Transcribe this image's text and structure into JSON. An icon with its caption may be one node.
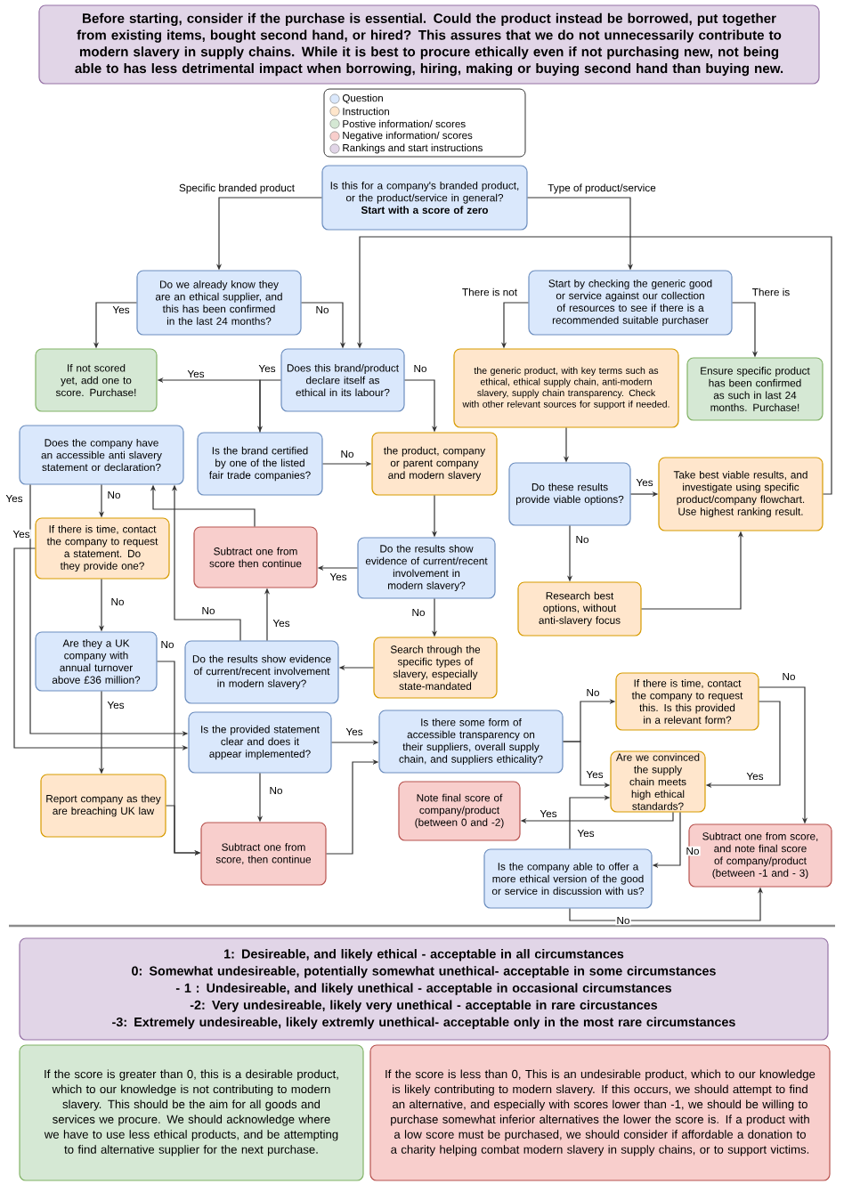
{
  "diagram": {
    "nodes": [
      {
        "text": [
          "Before starting, consider if the purchase is essential. Could the product instead be borrowed, put together from existing items, bought second hand, or hired? This assures that we do not unnecessarily contribute to modern slavery in supply chains. While it is best to procure ethically even if not purchasing new, not being able to has less detrimental impact when borrowing, hiring, making or buying second hand than buying new."
        ]
      },
      {
        "text": [
          "Is this for a company's branded product, or the product/service in general?",
          "Start with a score of zero"
        ]
      },
      {
        "text": [
          "Do we already know they are an ethical supplier, and this has been confirmed in the last 24 months?"
        ]
      },
      {
        "text": [
          "Start by checking the generic good or service against our collection of resources to see if there is a recommended suitable purchaser"
        ]
      },
      {
        "text": [
          "If not scored yet, add one to score. Purchase!"
        ]
      },
      {
        "text": [
          "Does this brand/product declare itself as ethical in its labour?"
        ]
      },
      {
        "text": [
          "the generic product, with key terms such as ethical, ethical supply chain, anti-modern slavery, supply chain transparency. Check with other relevant sources for support if needed."
        ]
      },
      {
        "text": [
          "Ensure specific product has been confirmed as such in last 24 months. Purchase!"
        ]
      },
      {
        "text": [
          "Does the company have an accessible anti slavery statement or declaration?"
        ]
      },
      {
        "text": [
          "Is the brand certified by one of the listed fair trade companies?"
        ]
      },
      {
        "text": [
          "the product, company or parent company and modern slavery"
        ]
      },
      {
        "text": [
          "Do these results provide viable options?"
        ]
      },
      {
        "text": [
          "Take best viable results, and investigate using specific product/company flowchart. Use highest ranking result."
        ]
      },
      {
        "text": [
          "Subtract one from score then continue"
        ]
      },
      {
        "text": [
          "Do the results show evidence of current/recent involvement in modern slavery?"
        ]
      },
      {
        "text": [
          "Research best options, without anti-slavery focus"
        ]
      },
      {
        "text": [
          "If there is time, contact the company to request a statement. Do they provide one?"
        ]
      },
      {
        "text": [
          "Search through the specific types of slavery, especially state-mandated"
        ]
      },
      {
        "text": [
          "Are they a UK company with annual turnover above £36 million?"
        ]
      },
      {
        "text": [
          "Do the results show evidence of current/recent involvement in modern slavery?"
        ]
      },
      {
        "text": [
          "If there is time, contact the company to request this. Is this provided in a relevant form?"
        ]
      },
      {
        "text": [
          "Is there some form of accessible transparency on their suppliers, overall supply chain, and suppliers ethicality?"
        ]
      },
      {
        "text": [
          "Is the provided statement clear and does it appear implemented?"
        ]
      },
      {
        "text": [
          "Are we convinced the supply chain meets high ethical standards?"
        ]
      },
      {
        "text": [
          "Report company as they are breaching UK law"
        ]
      },
      {
        "text": [
          "Note final score of company/product (between 0 and -2)"
        ]
      },
      {
        "text": [
          "Subtract one from score, and note final score of company/product (between -1 and - 3)"
        ]
      },
      {
        "text": [
          "Is the company able to offer a more ethical version of the good or service in discussion with us?"
        ]
      },
      {
        "text": [
          "Subtract one from score, then continue"
        ]
      },
      {
        "text": [
          "1: Desireable, and likely ethical - acceptable in all circumstances",
          "0: Somewhat undesireable, potentially somewhat unethical- acceptable in some circumstances",
          "- 1 :  Undesireable, and likely unethical - acceptable in occasional circumstances",
          "-2: Very undesireable, likely very unethical - acceptable in rare circustances",
          "-3: Extremely undesireable, likely extremly unethical- acceptable only in the most rare circumstances"
        ]
      },
      {
        "text": [
          "If the score is greater than 0, this is a desirable product, which to our knowledge is not contributing to modern slavery. This should be the aim for all goods and services we procure. We should acknowledge where we have to use less ethical products, and be attempting to find alternative supplier for the next purchase."
        ]
      },
      {
        "text": [
          "If the score is less than 0, This is an undesirable product, which to our knowledge is likely contributing to modern slavery. If this occurs, we should attempt to find an alternative, and especially with scores lower than -1, we should be willing to purchase somewhat inferior alternatives the lower the score is. If a product with a low score must be purchased, we should consider if affordable a donation to a charity helping combat modern slavery in supply chains, or to support victims."
        ]
      }
    ],
    "edges": [
      {
        "from": 1,
        "to": 2,
        "arrow": "to",
        "label": "Specific branded product"
      },
      {
        "from": 1,
        "to": 3,
        "arrow": "to",
        "label": "Type of product/service"
      },
      {
        "from": 2,
        "to": 4,
        "arrow": "to",
        "label": "Yes"
      },
      {
        "from": 2,
        "to": 5,
        "arrow": "to",
        "label": "No"
      },
      {
        "from": 3,
        "to": 6,
        "arrow": "to",
        "label": "There is not"
      },
      {
        "from": 3,
        "to": 7,
        "arrow": "to",
        "label": "There is"
      },
      {
        "from": 5,
        "to": 9,
        "arrow": "to",
        "label": "Yes"
      },
      {
        "from": 5,
        "to": 10,
        "arrow": "to",
        "label": "No"
      },
      {
        "from": 9,
        "to": 4,
        "arrow": "to",
        "label": "Yes"
      },
      {
        "from": 9,
        "to": 10,
        "arrow": "to",
        "label": "No"
      },
      {
        "from": 10,
        "to": 14,
        "arrow": "to"
      },
      {
        "from": 6,
        "to": 11,
        "arrow": "to"
      },
      {
        "from": 11,
        "to": 12,
        "arrow": "to",
        "label": "Yes"
      },
      {
        "from": 11,
        "to": 15,
        "arrow": "to",
        "label": "No"
      },
      {
        "from": 15,
        "to": 12,
        "arrow": "to"
      },
      {
        "from": 14,
        "to": 13,
        "arrow": "to",
        "label": "Yes"
      },
      {
        "from": 14,
        "to": 17,
        "arrow": "to",
        "label": "No"
      },
      {
        "from": 17,
        "to": 19,
        "arrow": "to"
      },
      {
        "from": 19,
        "to": 13,
        "arrow": "to",
        "label": "Yes"
      },
      {
        "from": 19,
        "to": 8,
        "arrow": "to",
        "label": "No"
      },
      {
        "from": 13,
        "to": 8,
        "arrow": "to"
      },
      {
        "from": 8,
        "to": 16,
        "arrow": "to",
        "label": "No"
      },
      {
        "from": 8,
        "to": 22,
        "arrow": "to",
        "label": "Yes"
      },
      {
        "from": 16,
        "to": 22,
        "arrow": "to",
        "label": "Yes"
      },
      {
        "from": 16,
        "to": 18,
        "arrow": "to",
        "label": "No"
      },
      {
        "from": 18,
        "to": 24,
        "arrow": "to",
        "label": "Yes"
      },
      {
        "from": 18,
        "to": 28,
        "arrow": "to",
        "label": "No"
      },
      {
        "from": 24,
        "to": 28,
        "arrow": "to"
      },
      {
        "from": 22,
        "to": 21,
        "arrow": "to",
        "label": "Yes"
      },
      {
        "from": 22,
        "to": 28,
        "arrow": "to",
        "label": "No"
      },
      {
        "from": 28,
        "to": 21,
        "arrow": "to"
      },
      {
        "from": 21,
        "to": 20,
        "arrow": "to",
        "label": "No"
      },
      {
        "from": 21,
        "to": 23,
        "arrow": "to",
        "label": "Yes"
      },
      {
        "from": 20,
        "to": 23,
        "arrow": "to",
        "label": "Yes"
      },
      {
        "from": 20,
        "to": 26,
        "arrow": "to",
        "label": "No"
      },
      {
        "from": 23,
        "to": 25,
        "arrow": "to",
        "label": "Yes"
      },
      {
        "from": 23,
        "to": 27,
        "arrow": "to",
        "label": "No"
      },
      {
        "from": 27,
        "to": 23,
        "arrow": "to",
        "label": "Yes"
      },
      {
        "from": 27,
        "to": 26,
        "arrow": "to",
        "label": "No"
      },
      {
        "from": 12,
        "to": 5,
        "arrow": "to"
      }
    ],
    "legend": [
      {
        "text": "Question",
        "color": "#dae8fc"
      },
      {
        "text": "Instruction",
        "color": "#ffe6cc"
      },
      {
        "text": "Postive information/ scores",
        "color": "#d5e8d4"
      },
      {
        "text": "Negative information/ scores",
        "color": "#f8cecc"
      },
      {
        "text": "Rankings and start instructions",
        "color": "#e1d5e7"
      }
    ]
  }
}
